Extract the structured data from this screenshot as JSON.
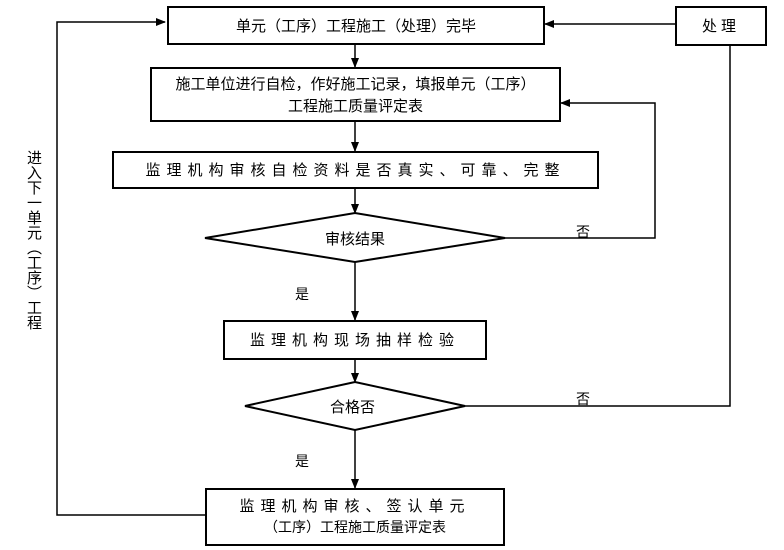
{
  "diagram": {
    "step_complete": "单元（工序）工程施工（处理）完毕",
    "handle": "处理",
    "self_check_line1": "施工单位进行自检，作好施工记录，填报单元（工序）",
    "self_check_line2": "工程施工质量评定表",
    "review_materials": "监理机构审核自检资料是否真实、可靠、完整",
    "review_result": "审核结果",
    "no_label_1": "否",
    "yes_label_1": "是",
    "sampling": "监理机构现场抽样检验",
    "qualified": "合格否",
    "no_label_2": "否",
    "yes_label_2": "是",
    "final_line1": "监理机构审核、签认单元",
    "final_line2": "（工序）工程施工质量评定表",
    "side_text": "进入下一单元（工序）工程"
  }
}
